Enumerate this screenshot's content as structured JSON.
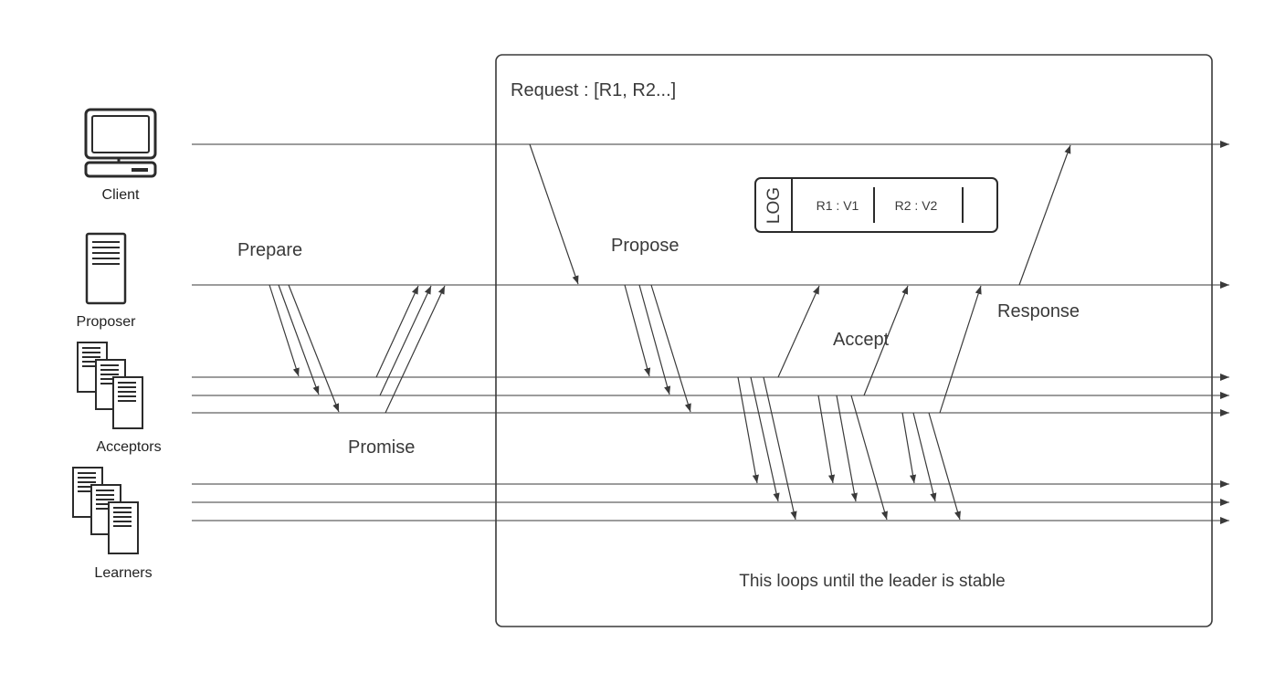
{
  "roles": {
    "client": "Client",
    "proposer": "Proposer",
    "acceptors": "Acceptors",
    "learners": "Learners"
  },
  "box": {
    "request": "Request  : [R1, R2...]",
    "footer": "This loops until the leader is stable"
  },
  "log": {
    "title": "LOG",
    "entries": [
      "R1 : V1",
      "R2 : V2"
    ]
  },
  "phases": {
    "prepare": "Prepare",
    "promise": "Promise",
    "propose": "Propose",
    "accept": "Accept",
    "response": "Response"
  },
  "icons": {
    "client": "computer-monitor-icon",
    "proposer": "server-tower-icon",
    "acceptors": "document-stack-icon",
    "learners": "document-stack-icon"
  },
  "colors": {
    "line": "#3a3a3a",
    "text": "#3a3a3a",
    "background": "#ffffff"
  }
}
